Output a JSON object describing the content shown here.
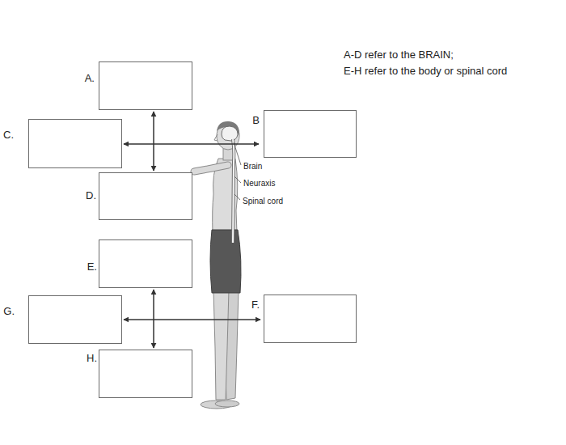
{
  "diagram": {
    "nodes": [
      {
        "text": [
          "A."
        ]
      },
      {
        "text": [
          "B"
        ]
      },
      {
        "text": [
          "C."
        ]
      },
      {
        "text": [
          "D."
        ]
      },
      {
        "text": [
          "E."
        ]
      },
      {
        "text": [
          "F."
        ]
      },
      {
        "text": [
          "G."
        ]
      },
      {
        "text": [
          "H."
        ]
      }
    ],
    "edges": [
      {
        "from": 0,
        "to": 3,
        "arrow": "both"
      },
      {
        "from": 2,
        "to": 1,
        "arrow": "both"
      },
      {
        "from": 4,
        "to": 7,
        "arrow": "both"
      },
      {
        "from": 6,
        "to": 5,
        "arrow": "both"
      }
    ],
    "labels": [
      "A-D refer to the BRAIN;",
      "E-H refer to the body or spinal cord",
      "Brain",
      "Neuraxis",
      "Spinal cord"
    ]
  }
}
